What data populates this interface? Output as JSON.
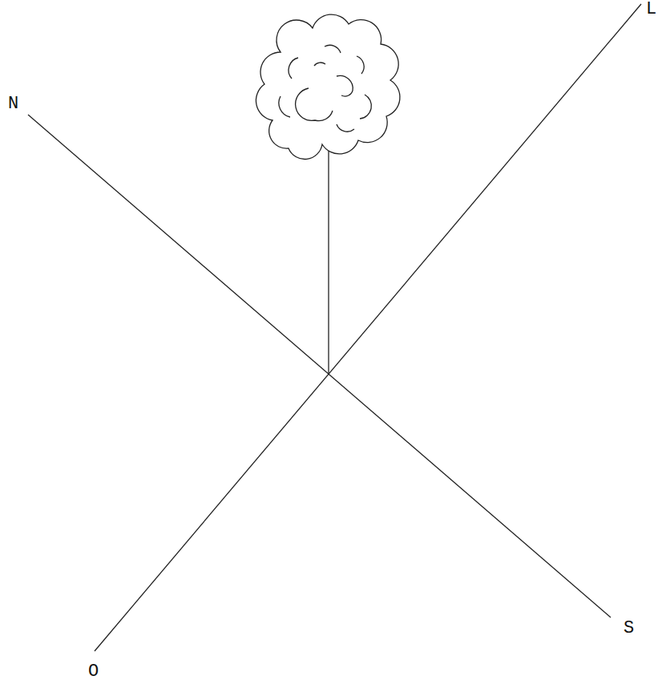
{
  "diagram": {
    "labels": [
      "N",
      "L",
      "S",
      "O"
    ]
  }
}
